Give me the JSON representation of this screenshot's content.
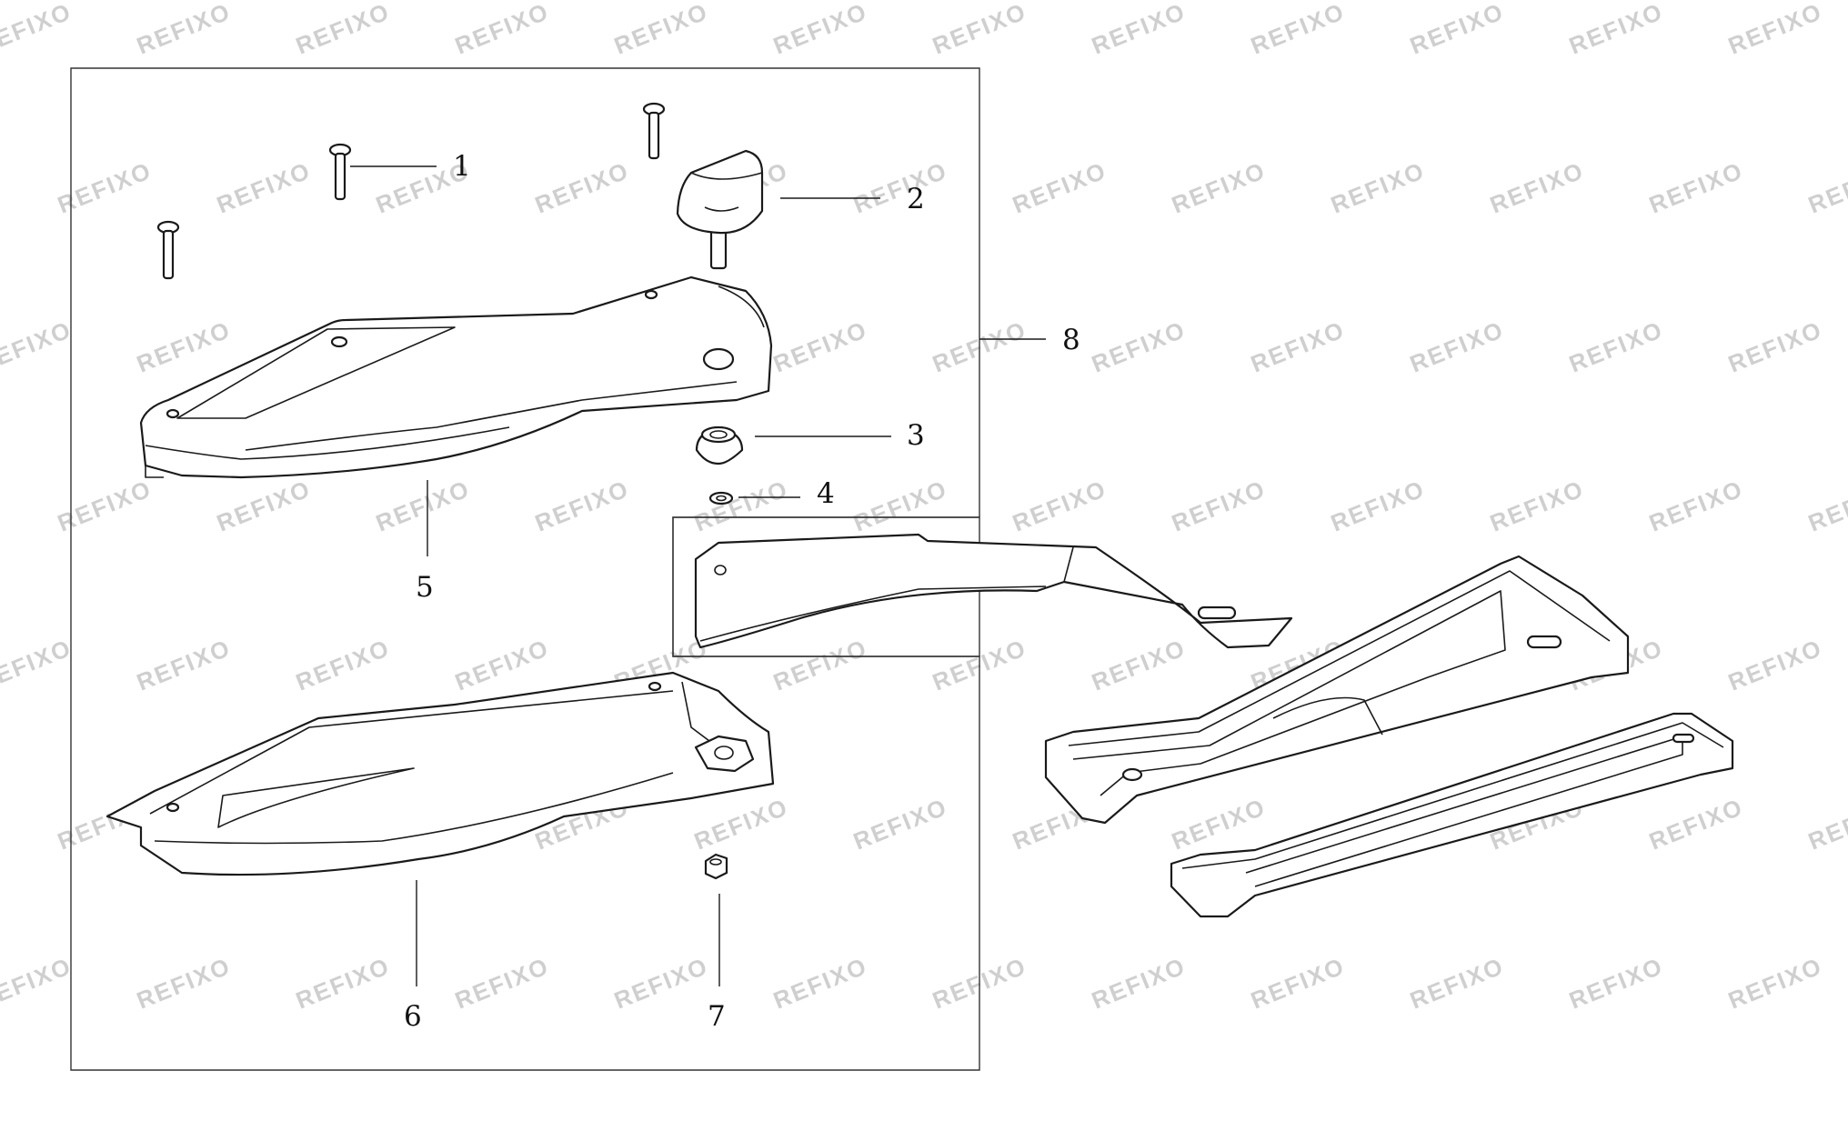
{
  "watermark": {
    "text": "REFIXO",
    "color": "#cfcfcf"
  },
  "callouts": [
    {
      "id": "1",
      "label": "1"
    },
    {
      "id": "2",
      "label": "2"
    },
    {
      "id": "3",
      "label": "3"
    },
    {
      "id": "4",
      "label": "4"
    },
    {
      "id": "5",
      "label": "5"
    },
    {
      "id": "6",
      "label": "6"
    },
    {
      "id": "7",
      "label": "7"
    },
    {
      "id": "8",
      "label": "8"
    }
  ],
  "colors": {
    "line": "#1a1a1a",
    "background": "#ffffff"
  }
}
